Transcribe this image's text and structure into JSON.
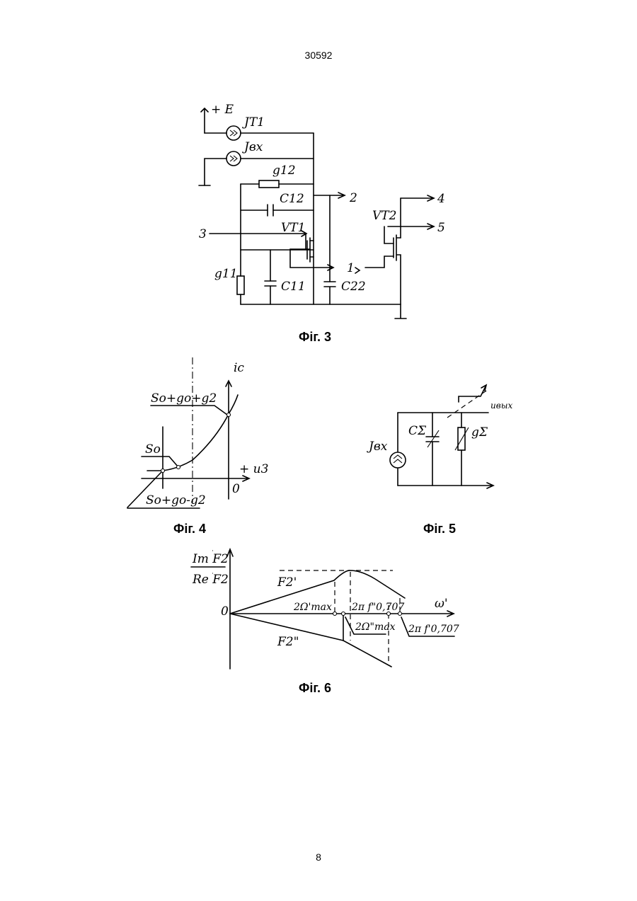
{
  "header": {
    "doc_number": "30592"
  },
  "footer": {
    "page_number": "8"
  },
  "fig3": {
    "caption": "Фіг. 3",
    "labels": {
      "supply": "+ E",
      "jt1": "JT1",
      "jin": "Jвх",
      "g12": "g12",
      "c12": "C12",
      "vt1": "VT1",
      "g11": "g11",
      "c11": "C11",
      "c22": "C22",
      "vt2": "VT2",
      "n1": "1",
      "n2": "2",
      "n3": "3",
      "n4": "4",
      "n5": "5"
    }
  },
  "fig4": {
    "caption": "Фіг. 4",
    "labels": {
      "y_axis": "ic",
      "x_axis": "+ u3",
      "origin": "0",
      "top_point": "So+go+g2",
      "mid_point": "So",
      "bottom_point": "So+go-g2"
    }
  },
  "fig5": {
    "caption": "Фіг. 5",
    "labels": {
      "source": "Jвх",
      "cap": "CΣ",
      "cond": "gΣ",
      "out": "uвых"
    }
  },
  "fig6": {
    "caption": "Фіг. 6",
    "labels": {
      "y_top": "Im F2",
      "y_bottom": "Re F2",
      "origin": "0",
      "x_axis": "ω'",
      "curve_upper": "F2'",
      "curve_lower": "F2\"",
      "omega_max1": "2Ω'max",
      "freq1": "2π f\"0,707",
      "omega_max2": "2Ω\"max",
      "freq2": "2π f'0,707"
    }
  }
}
